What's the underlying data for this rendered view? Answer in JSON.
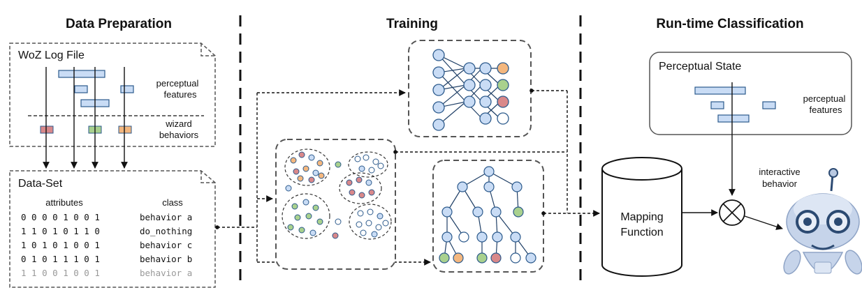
{
  "sections": {
    "data_preparation": "Data Preparation",
    "training": "Training",
    "runtime": "Run-time Classification"
  },
  "log_file": {
    "title": "WoZ Log File",
    "perceptual_label_1": "perceptual",
    "perceptual_label_2": "features",
    "wizard_label_1": "wizard",
    "wizard_label_2": "behaviors"
  },
  "dataset": {
    "title": "Data-Set",
    "attributes_header": "attributes",
    "class_header": "class",
    "rows": [
      {
        "bits": "0 0 0 0 1 0 0 1",
        "cls": "behavior a"
      },
      {
        "bits": "1 1 0 1 0 1 1 0",
        "cls": "do_nothing"
      },
      {
        "bits": "1 0 1 0 1 0 0 1",
        "cls": "behavior c"
      },
      {
        "bits": "0 1 0 1 1 1 0 1",
        "cls": "behavior b"
      },
      {
        "bits": "1 1 0 0 1 0 0 1",
        "cls": "behavior a"
      }
    ]
  },
  "runtime": {
    "perceptual_state": "Perceptual State",
    "perceptual_label_1": "perceptual",
    "perceptual_label_2": "features",
    "mapping_1": "Mapping",
    "mapping_2": "Function",
    "interactive_1": "interactive",
    "interactive_2": "behavior"
  },
  "colors": {
    "node_fill": "#c9dcf5",
    "node_stroke": "#2c5a8c",
    "track": "#1f3f66",
    "orange": "#f4b77e",
    "green": "#a9d18e",
    "red": "#d9888a",
    "robot": "#b9c9e2"
  }
}
